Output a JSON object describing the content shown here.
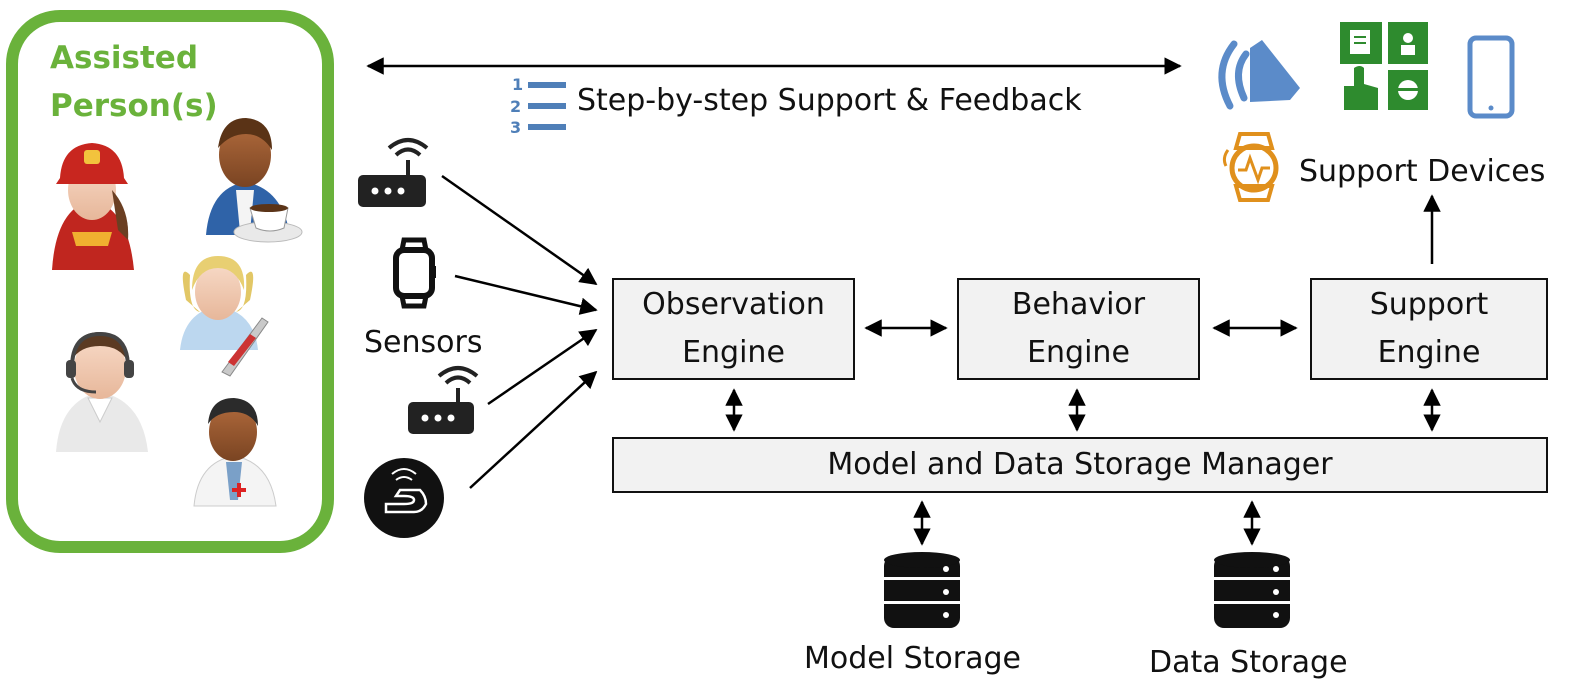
{
  "assisted_panel": {
    "title_line1": "Assisted",
    "title_line2": "Person(s)"
  },
  "feedback": {
    "label": "Step-by-step Support & Feedback"
  },
  "sensors": {
    "label": "Sensors"
  },
  "support_devices": {
    "label": "Support Devices"
  },
  "engines": {
    "observation": {
      "line1": "Observation",
      "line2": "Engine"
    },
    "behavior": {
      "line1": "Behavior",
      "line2": "Engine"
    },
    "support": {
      "line1": "Support",
      "line2": "Engine"
    }
  },
  "storage_manager": {
    "label": "Model and Data Storage Manager"
  },
  "storages": {
    "model": "Model Storage",
    "data": "Data Storage"
  },
  "icons": {
    "list": "numbered-list-icon",
    "router": "router-icon",
    "watch": "smartwatch-icon",
    "nfc": "nfc-hand-icon",
    "speaker": "speaker-icon",
    "touch": "touch-panel-icon",
    "phone": "phone-icon",
    "orange_watch": "smartwatch-icon",
    "database": "database-icon"
  },
  "colors": {
    "assisted_green": "#6ab23b",
    "list_blue": "#4f7fb8",
    "speaker_blue": "#5b8bc9",
    "panel_green": "#2e8b2e",
    "watch_orange": "#e0901c",
    "box_fill": "#f2f2f2"
  }
}
